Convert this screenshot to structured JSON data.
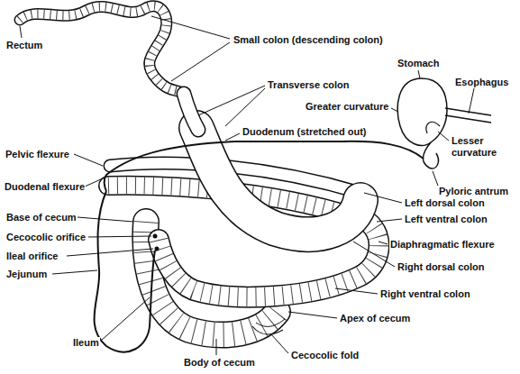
{
  "diagram": {
    "labels": [
      "Rectum",
      "Small colon (descending colon)",
      "Stomach",
      "Esophagus",
      "Transverse colon",
      "Greater curvature",
      "Duodenum (stretched out)",
      "Lesser curvature",
      "Pelvic flexure",
      "Pyloric antrum",
      "Duodenal flexure",
      "Left dorsal colon",
      "Left ventral colon",
      "Base of cecum",
      "Cecocolic orifice",
      "Diaphragmatic flexure",
      "Ileal orifice",
      "Jejunum",
      "Right dorsal colon",
      "Right ventral colon",
      "Ileum",
      "Apex of cecum",
      "Cecocolic fold",
      "Body of cecum"
    ]
  }
}
